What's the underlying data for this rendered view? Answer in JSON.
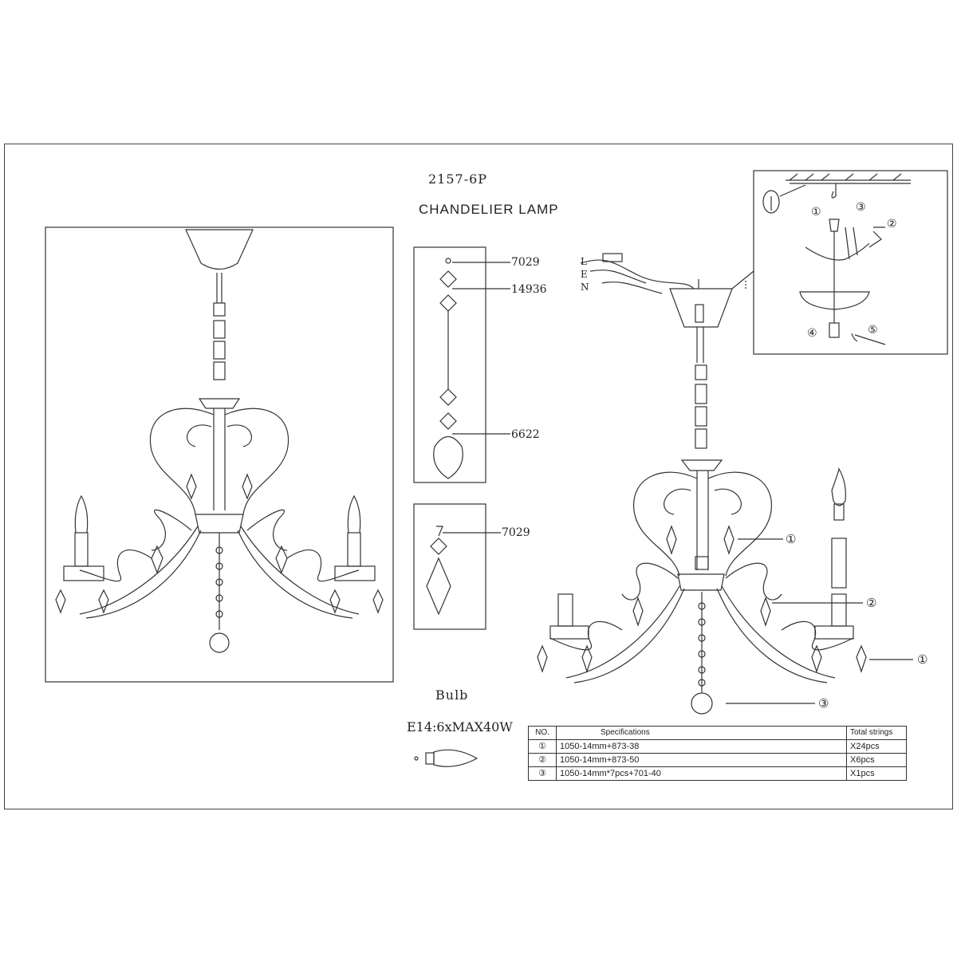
{
  "header": {
    "model": "2157-6P",
    "title": "CHANDELIER LAMP"
  },
  "parts": {
    "top_chain": [
      {
        "code": "7029"
      },
      {
        "code": "14936"
      },
      {
        "code": "6622"
      }
    ],
    "drop": {
      "code": "7029"
    }
  },
  "wiring": {
    "L": "L",
    "E": "E",
    "N": "N"
  },
  "callouts": {
    "c1": "①",
    "c2": "②",
    "c3": "③",
    "c4": "④",
    "c5": "⑤"
  },
  "bulb": {
    "heading": "Bulb",
    "spec": "E14:6xMAX40W"
  },
  "spec_table": {
    "headers": {
      "no": "NO.",
      "spec": "Specifications",
      "total": "Total strings"
    },
    "rows": [
      {
        "no": "①",
        "spec": "1050-14mm+873-38",
        "total": "X24pcs"
      },
      {
        "no": "②",
        "spec": "1050-14mm+873-50",
        "total": "X6pcs"
      },
      {
        "no": "③",
        "spec": "1050-14mm*7pcs+701-40",
        "total": "X1pcs"
      }
    ]
  },
  "colors": {
    "line": "#333333",
    "background": "#ffffff"
  }
}
